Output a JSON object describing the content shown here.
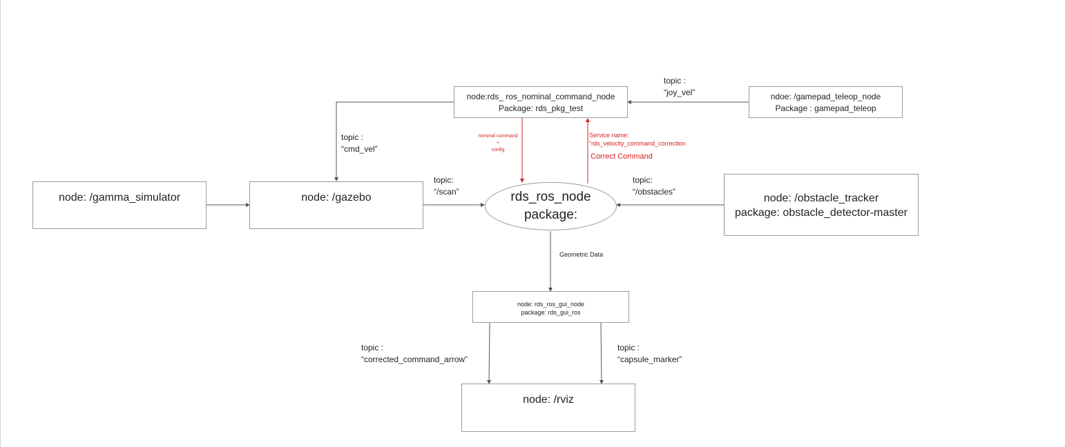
{
  "nodes": {
    "gamma_simulator": {
      "line1": "node: /gamma_simulator"
    },
    "gazebo": {
      "line1": "node: /gazebo"
    },
    "rds_ros_node": {
      "line1": "rds_ros_node",
      "line2": "package:"
    },
    "obstacle_tracker": {
      "line1": "node: /obstacle_tracker",
      "line2": "package: obstacle_detector-master"
    },
    "nominal_command_node": {
      "line1": "node:rds_ ros_nominal_command_node",
      "line2": "Package: rds_pkg_test"
    },
    "gamepad_teleop_node": {
      "line1": "ndoe: /gamepad_teleop_node",
      "line2": "Package : gamepad_teleop"
    },
    "rds_ros_gui_node": {
      "line1": "node: rds_ros_gui_node",
      "line2": "package: rds_gui_ros"
    },
    "rviz": {
      "line1": "node: /rviz"
    }
  },
  "edge_labels": {
    "cmd_vel": {
      "line1": "topic :",
      "line2": "“cmd_vel”"
    },
    "scan": {
      "line1": "topic:",
      "line2": "“/scan”"
    },
    "obstacles": {
      "line1": "topic:",
      "line2": "“/obstacles”"
    },
    "joy_vel": {
      "line1": "topic :",
      "line2": "“joy_vel”"
    },
    "nominal_command": {
      "line1": "nominal command",
      "line2": "+",
      "line3": "config"
    },
    "service": {
      "line1": "Service name:",
      "line2": "“rds_velocity_command_correction",
      "line3": "Correct Command"
    },
    "geometric_data": {
      "line1": "Geometric Data"
    },
    "corrected_command_arrow": {
      "line1": "topic :",
      "line2": "“corrected_command_arrow”"
    },
    "capsule_marker": {
      "line1": "topic :",
      "line2": "“capsule_marker”"
    }
  },
  "colors": {
    "edge": "#555555",
    "service_edge": "#d42020",
    "border": "#9a9a9a"
  }
}
